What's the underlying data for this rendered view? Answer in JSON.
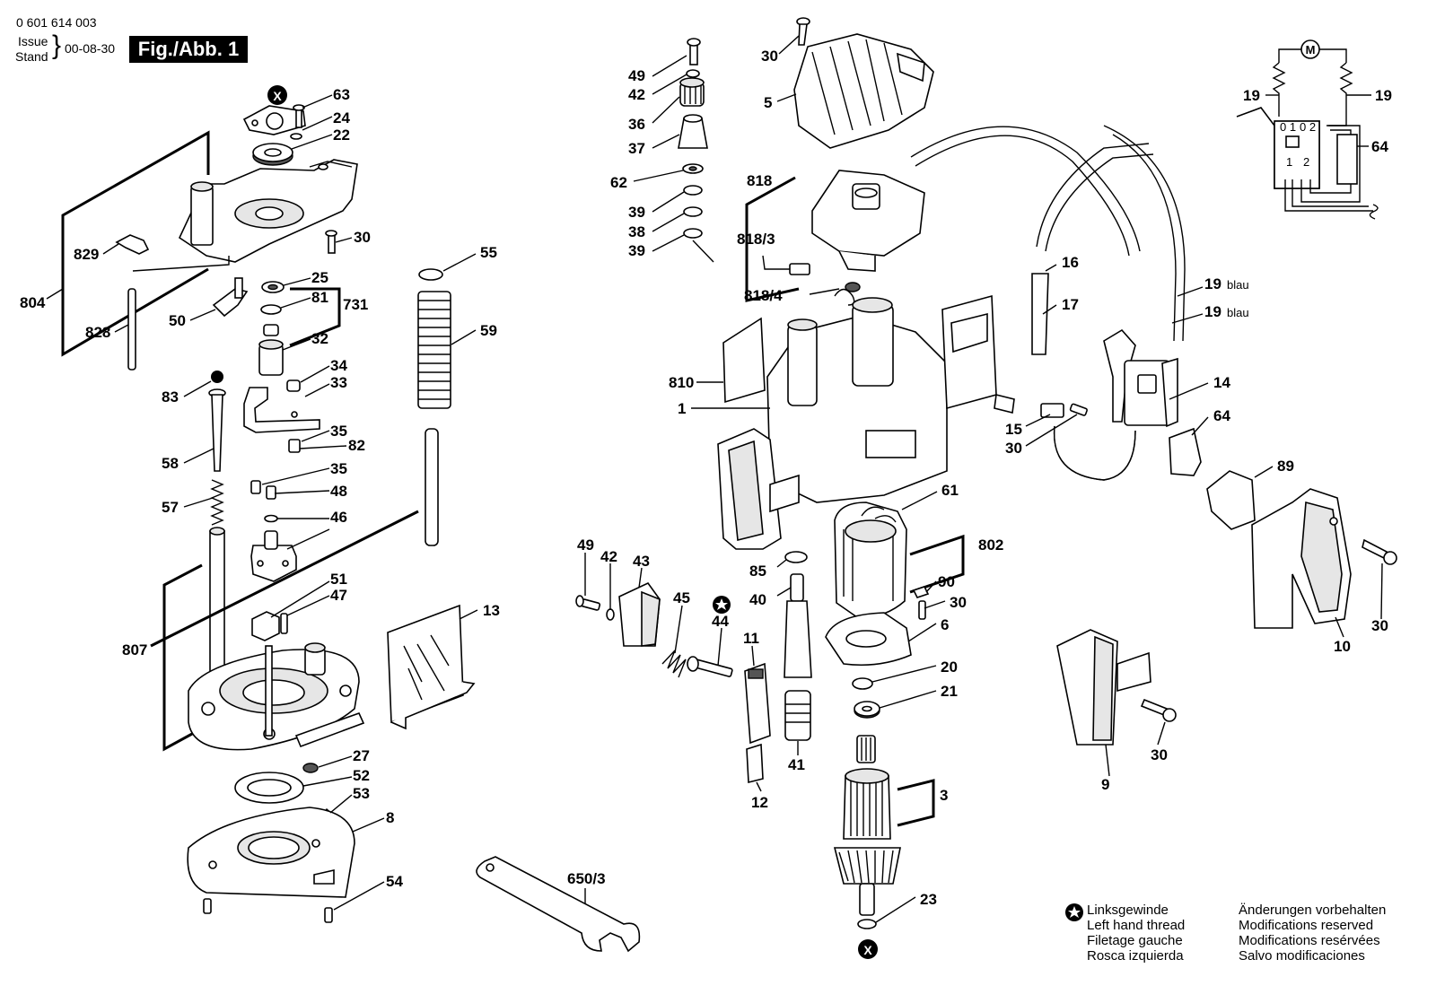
{
  "header": {
    "part_number": "0 601 614 003",
    "issue_label": "Issue",
    "stand_label": "Stand",
    "date": "00-08-30",
    "figure_label": "Fig./Abb. 1"
  },
  "labels": {
    "l63": "63",
    "l24": "24",
    "l22": "22",
    "l30a": "30",
    "l829": "829",
    "l804": "804",
    "l25": "25",
    "l81": "81",
    "l731": "731",
    "l50": "50",
    "l828": "828",
    "l32": "32",
    "l34": "34",
    "l33": "33",
    "l83": "83",
    "l35a": "35",
    "l82": "82",
    "l58": "58",
    "l35b": "35",
    "l48": "48",
    "l57": "57",
    "l46": "46",
    "l51": "51",
    "l47": "47",
    "l807": "807",
    "l13": "13",
    "l27": "27",
    "l52": "52",
    "l53": "53",
    "l8": "8",
    "l54": "54",
    "l55": "55",
    "l59": "59",
    "l650": "650/3",
    "l49a": "49",
    "l42a": "42",
    "l36": "36",
    "l37": "37",
    "l62": "62",
    "l39a": "39",
    "l38": "38",
    "l39b": "39",
    "l30b": "30",
    "l5": "5",
    "l818": "818",
    "l8183": "818/3",
    "l8184": "818/4",
    "l810": "810",
    "l1": "1",
    "l16": "16",
    "l17": "17",
    "l19a": "19",
    "l19b": "19",
    "l19c": "19",
    "l19d": "19",
    "l64a": "64",
    "l14": "14",
    "l15": "15",
    "l30c": "30",
    "l64b": "64",
    "l89": "89",
    "l61": "61",
    "l802": "802",
    "l90": "90",
    "l30d": "30",
    "l6": "6",
    "l85": "85",
    "l40": "40",
    "l49b": "49",
    "l42b": "42",
    "l43": "43",
    "l45": "45",
    "l44": "44",
    "l11": "11",
    "l41": "41",
    "l12": "12",
    "l20": "20",
    "l21": "21",
    "l3": "3",
    "l23": "23",
    "l30e": "30",
    "l10": "10",
    "l30f": "30",
    "l9": "9"
  },
  "colour_words": {
    "blau1": "blau",
    "blau2": "blau"
  },
  "switch_terminals": {
    "t01": "0 1",
    "t02": "0 2",
    "t1": "1",
    "t2": "2",
    "motor": "M"
  },
  "legend": {
    "thread": [
      "Linksgewinde",
      "Left hand thread",
      "Filetage gauche",
      "Rosca izquierda"
    ],
    "mods": [
      "Änderungen vorbehalten",
      "Modifications reserved",
      "Modifications resérvées",
      "Salvo modificaciones"
    ]
  },
  "marks": {
    "x_mark": "X"
  },
  "colors": {
    "ink": "#000000",
    "paper": "#ffffff",
    "shade": "#e6e6e6"
  }
}
